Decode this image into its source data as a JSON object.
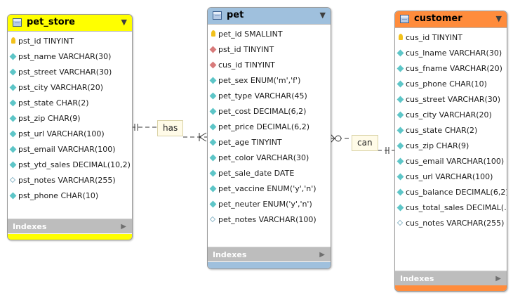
{
  "tables": {
    "pet_store": {
      "title": "pet_store",
      "header_color": "#ffff00",
      "footer_color": "#ffff00",
      "indexes_label": "Indexes",
      "columns": [
        {
          "icon": "primary-key",
          "text": "pst_id TINYINT"
        },
        {
          "icon": "column",
          "text": "pst_name VARCHAR(30)"
        },
        {
          "icon": "column",
          "text": "pst_street VARCHAR(30)"
        },
        {
          "icon": "column",
          "text": "pst_city VARCHAR(20)"
        },
        {
          "icon": "column",
          "text": "pst_state CHAR(2)"
        },
        {
          "icon": "column",
          "text": "pst_zip CHAR(9)"
        },
        {
          "icon": "column",
          "text": "pst_url VARCHAR(100)"
        },
        {
          "icon": "column",
          "text": "pst_email VARCHAR(100)"
        },
        {
          "icon": "column",
          "text": "pst_ytd_sales DECIMAL(10,2)"
        },
        {
          "icon": "nullable-column",
          "text": "pst_notes VARCHAR(255)"
        },
        {
          "icon": "column",
          "text": "pst_phone CHAR(10)"
        }
      ]
    },
    "pet": {
      "title": "pet",
      "header_color": "#9fc0dd",
      "footer_color": "#9fc0dd",
      "indexes_label": "Indexes",
      "columns": [
        {
          "icon": "primary-key",
          "text": "pet_id SMALLINT"
        },
        {
          "icon": "foreign-key",
          "text": "pst_id TINYINT"
        },
        {
          "icon": "foreign-key",
          "text": "cus_id TINYINT"
        },
        {
          "icon": "column",
          "text": "pet_sex ENUM('m','f')"
        },
        {
          "icon": "column",
          "text": "pet_type VARCHAR(45)"
        },
        {
          "icon": "column",
          "text": "pet_cost DECIMAL(6,2)"
        },
        {
          "icon": "column",
          "text": "pet_price DECIMAL(6,2)"
        },
        {
          "icon": "column",
          "text": "pet_age TINYINT"
        },
        {
          "icon": "column",
          "text": "pet_color VARCHAR(30)"
        },
        {
          "icon": "column",
          "text": "pet_sale_date DATE"
        },
        {
          "icon": "column",
          "text": "pet_vaccine ENUM('y','n')"
        },
        {
          "icon": "column",
          "text": "pet_neuter ENUM('y','n')"
        },
        {
          "icon": "nullable-column",
          "text": "pet_notes VARCHAR(100)"
        }
      ]
    },
    "customer": {
      "title": "customer",
      "header_color": "#ff8c3c",
      "footer_color": "#ff8c3c",
      "indexes_label": "Indexes",
      "columns": [
        {
          "icon": "primary-key",
          "text": "cus_id TINYINT"
        },
        {
          "icon": "column",
          "text": "cus_lname VARCHAR(30)"
        },
        {
          "icon": "column",
          "text": "cus_fname VARCHAR(20)"
        },
        {
          "icon": "column",
          "text": "cus_phone CHAR(10)"
        },
        {
          "icon": "column",
          "text": "cus_street VARCHAR(30)"
        },
        {
          "icon": "column",
          "text": "cus_city VARCHAR(20)"
        },
        {
          "icon": "column",
          "text": "cus_state CHAR(2)"
        },
        {
          "icon": "column",
          "text": "cus_zip CHAR(9)"
        },
        {
          "icon": "column",
          "text": "cus_email VARCHAR(100)"
        },
        {
          "icon": "column",
          "text": "cus_url VARCHAR(100)"
        },
        {
          "icon": "column",
          "text": "cus_balance DECIMAL(6,2)"
        },
        {
          "icon": "column",
          "text": "cus_total_sales DECIMAL(..."
        },
        {
          "icon": "nullable-column",
          "text": "cus_notes VARCHAR(255)"
        }
      ]
    }
  },
  "relationships": {
    "has": {
      "label": "has"
    },
    "can": {
      "label": "can"
    }
  }
}
